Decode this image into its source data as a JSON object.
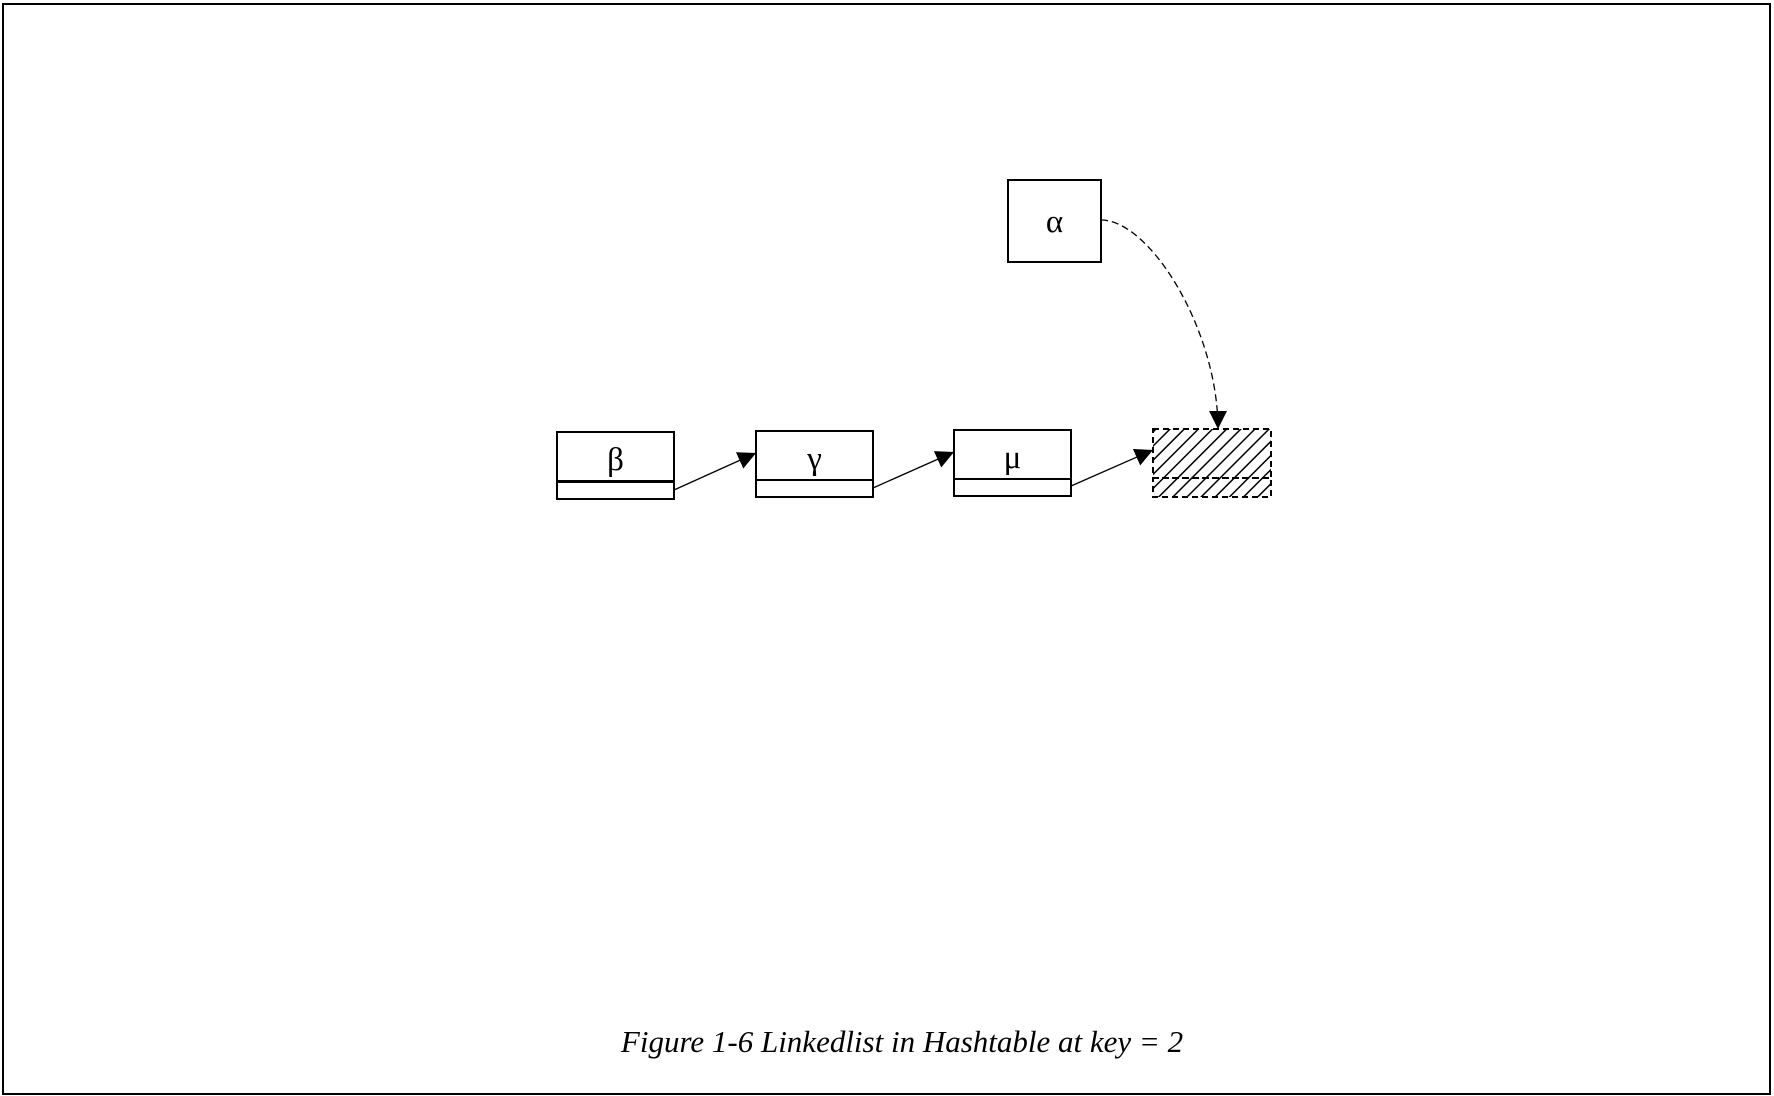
{
  "figure": {
    "caption": "Figure 1-6 Linkedlist in Hashtable at key = 2"
  },
  "nodes": [
    {
      "id": "beta",
      "label": "β"
    },
    {
      "id": "gamma",
      "label": "γ"
    },
    {
      "id": "mu",
      "label": "μ"
    }
  ],
  "new_node": {
    "label": "α"
  },
  "edges": [
    {
      "from": "beta",
      "to": "gamma",
      "style": "solid"
    },
    {
      "from": "gamma",
      "to": "mu",
      "style": "solid"
    },
    {
      "from": "mu",
      "to": "null-slot",
      "style": "solid"
    },
    {
      "from": "alpha",
      "to": "null-slot",
      "style": "dashed"
    }
  ],
  "colors": {
    "stroke": "#000000",
    "background": "#ffffff"
  }
}
